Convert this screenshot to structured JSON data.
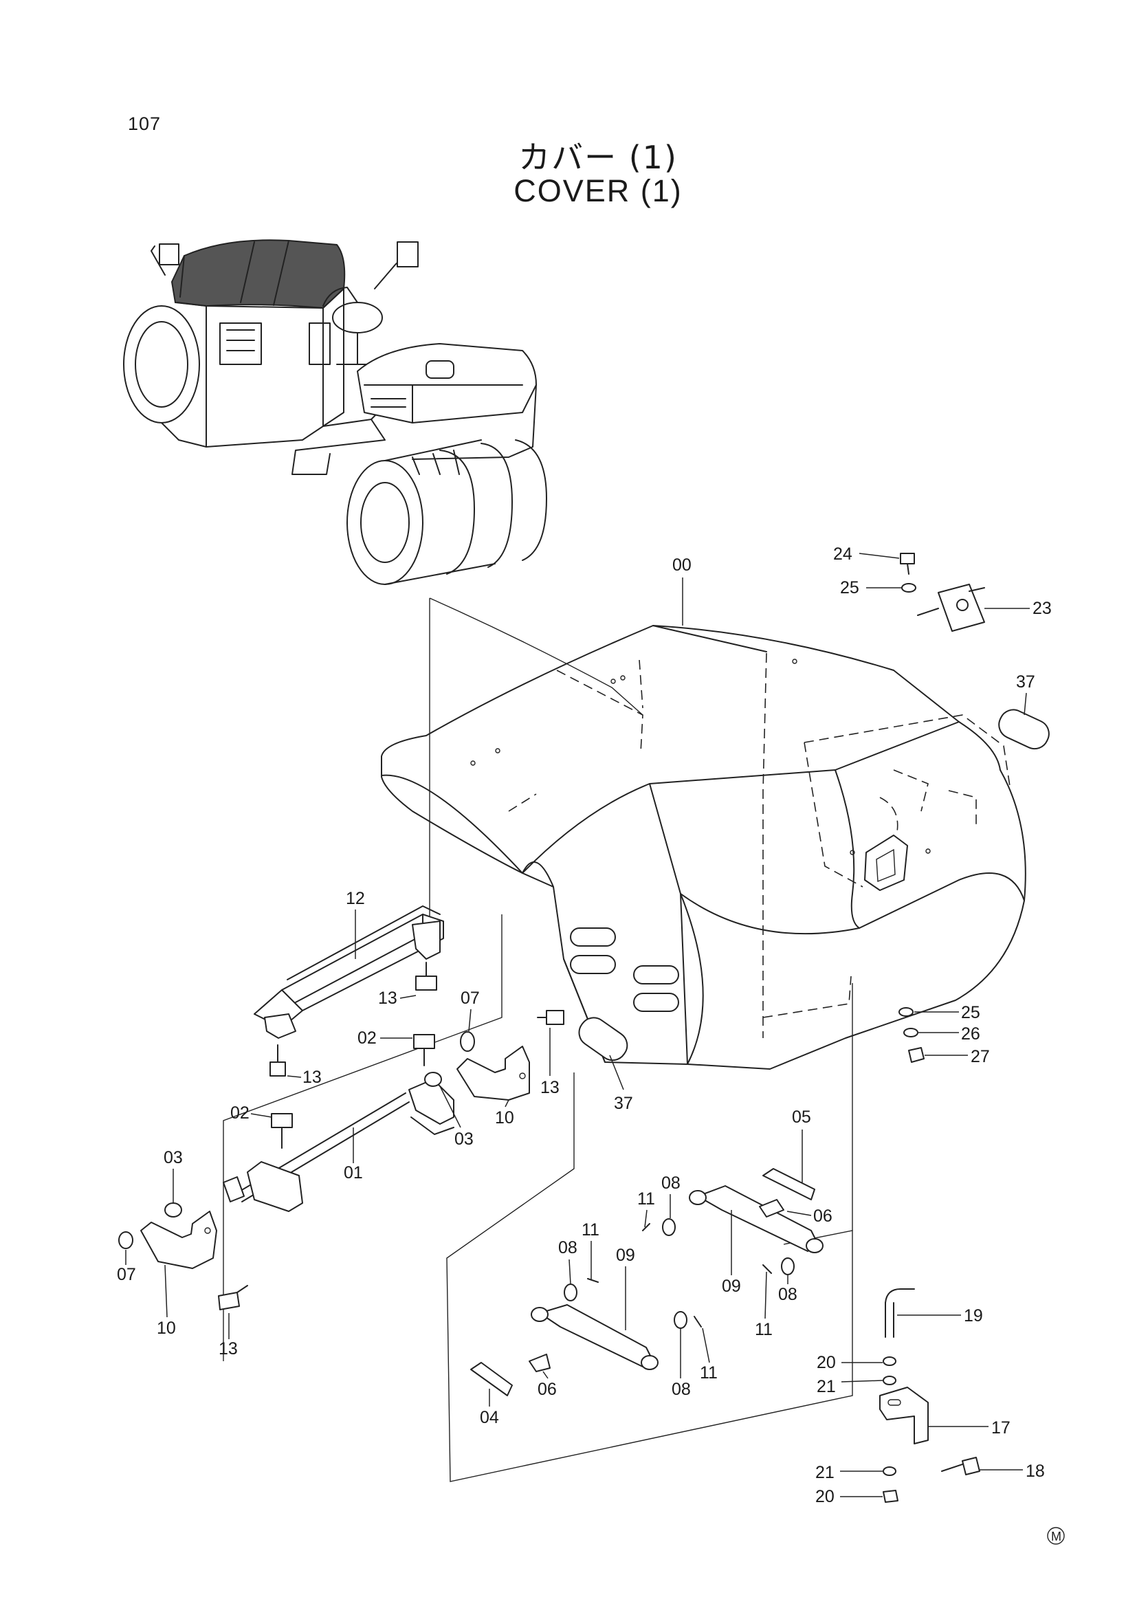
{
  "page": {
    "number": "107",
    "title_jp": "カバー (1)",
    "title_en": "COVER (1)",
    "corner_mark": "M"
  },
  "callouts": {
    "c00": "00",
    "c01": "01",
    "c02a": "02",
    "c02b": "02",
    "c03a": "03",
    "c03b": "03",
    "c04": "04",
    "c05": "05",
    "c06a": "06",
    "c06b": "06",
    "c07a": "07",
    "c07b": "07",
    "c08a": "08",
    "c08b": "08",
    "c08c": "08",
    "c08d": "08",
    "c09a": "09",
    "c09b": "09",
    "c10a": "10",
    "c10b": "10",
    "c11a": "11",
    "c11b": "11",
    "c11c": "11",
    "c11d": "11",
    "c12": "12",
    "c13a": "13",
    "c13b": "13",
    "c13c": "13",
    "c13d": "13",
    "c17": "17",
    "c18": "18",
    "c19": "19",
    "c20a": "20",
    "c20b": "20",
    "c21a": "21",
    "c21b": "21",
    "c23": "23",
    "c24": "24",
    "c25a": "25",
    "c25b": "25",
    "c26": "26",
    "c27": "27",
    "c37a": "37",
    "c37b": "37"
  }
}
